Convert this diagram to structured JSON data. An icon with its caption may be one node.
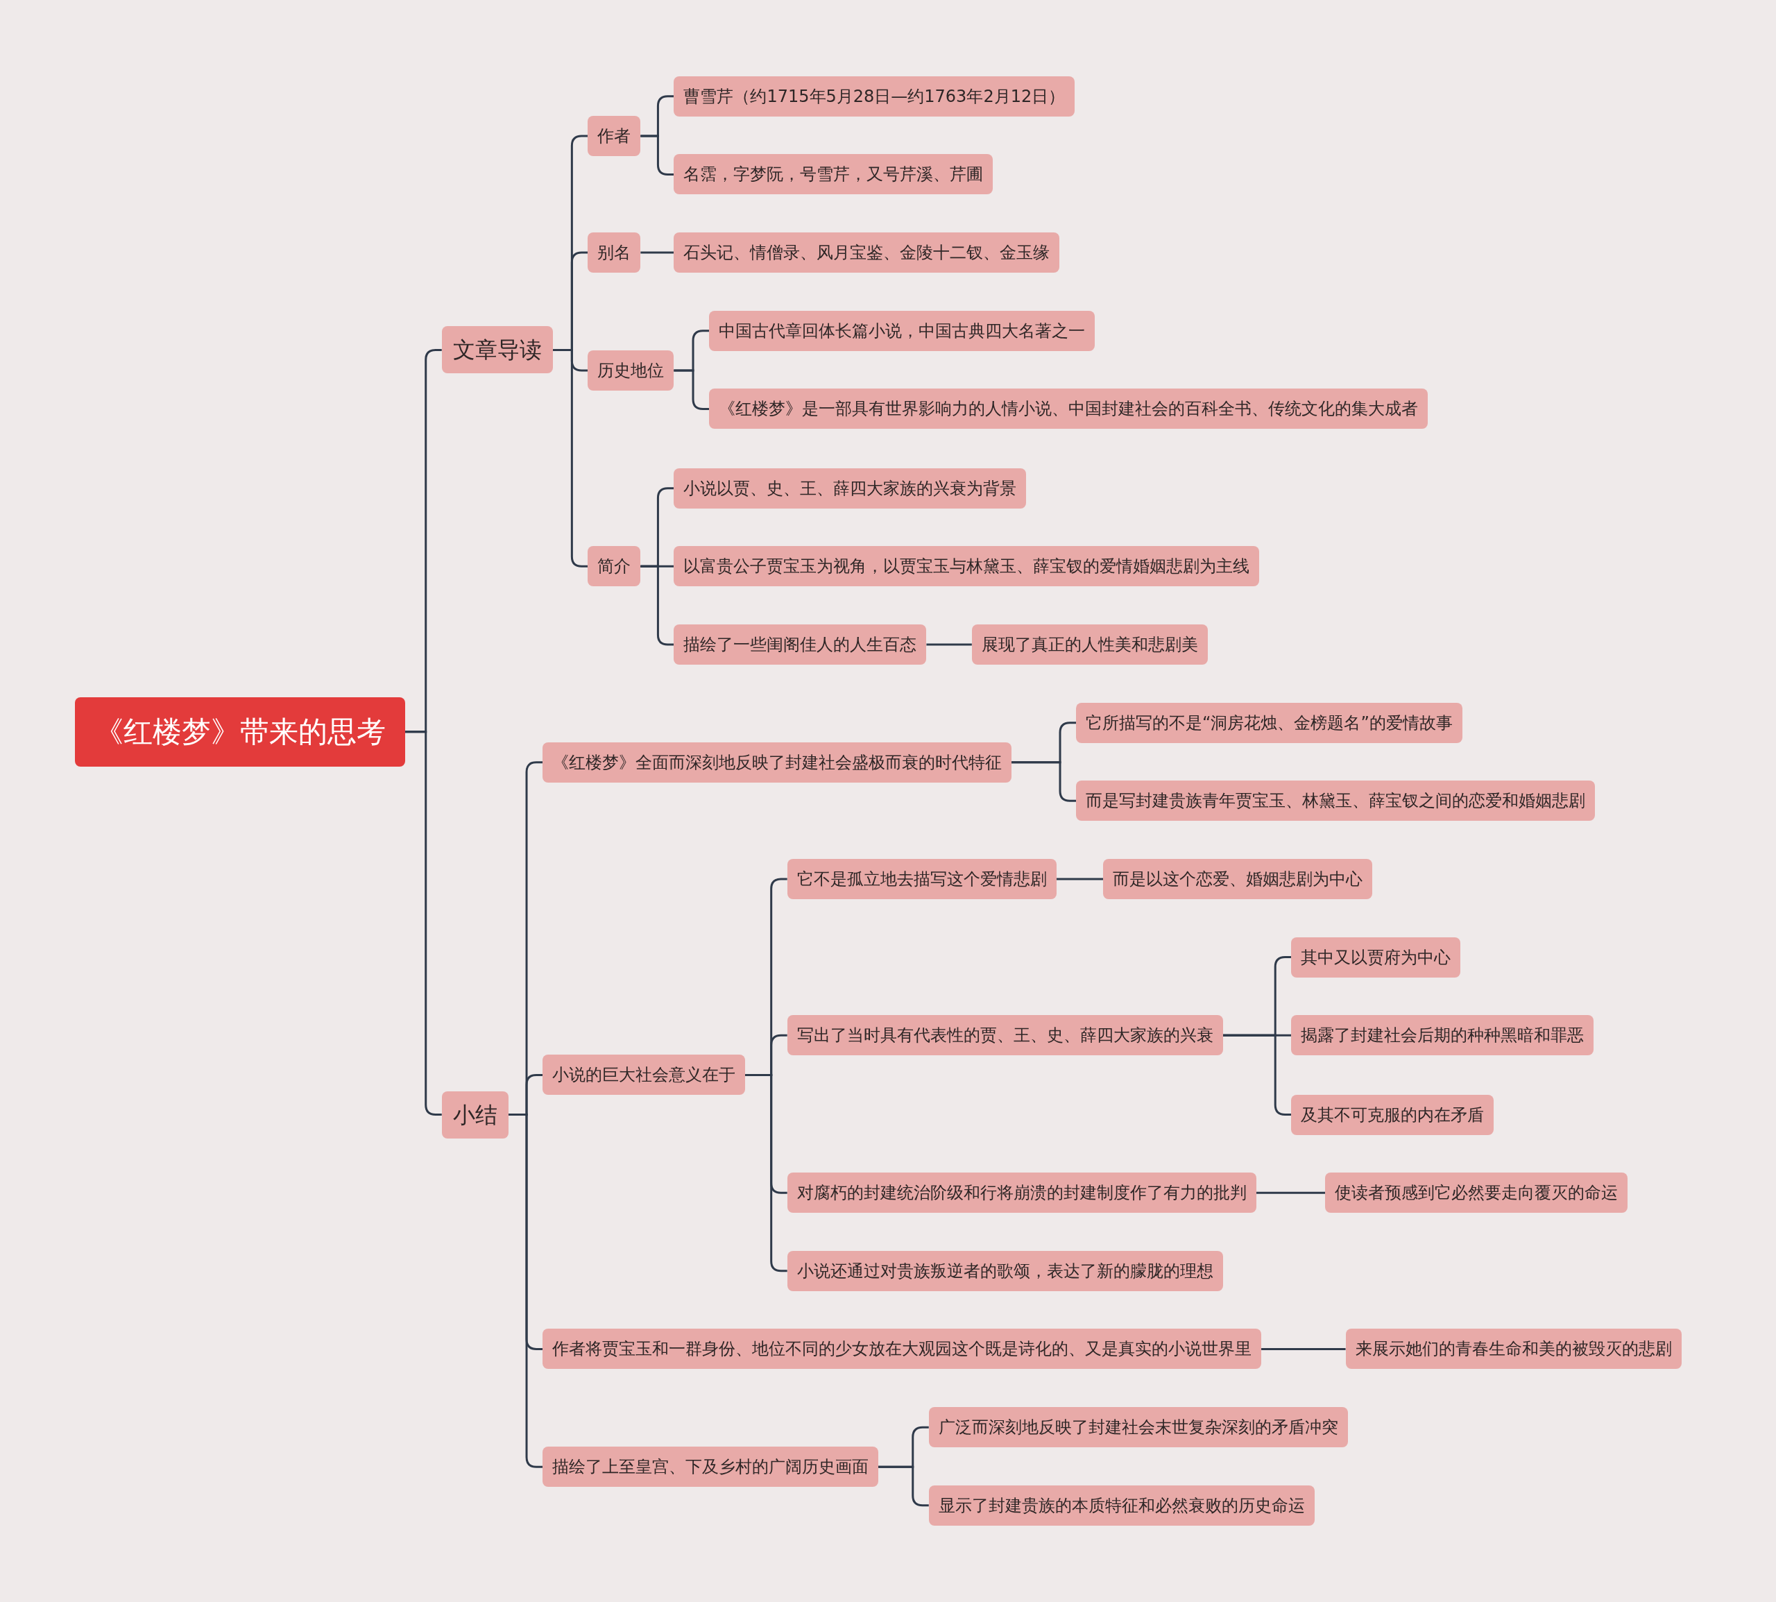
{
  "diagram": {
    "nodes": [
      {
        "text": [
          "《红楼梦》带来的思考"
        ]
      },
      {
        "text": [
          "文章导读"
        ]
      },
      {
        "text": [
          "作者"
        ]
      },
      {
        "text": [
          "曹雪芹（约1715年5月28日—约1763年2月12日）"
        ]
      },
      {
        "text": [
          "名霑，字梦阮，号雪芹，又号芹溪、芹圃"
        ]
      },
      {
        "text": [
          "别名"
        ]
      },
      {
        "text": [
          "石头记、情僧录、风月宝鉴、金陵十二钗、金玉缘"
        ]
      },
      {
        "text": [
          "历史地位"
        ]
      },
      {
        "text": [
          "中国古代章回体长篇小说，中国古典四大名著之一"
        ]
      },
      {
        "text": [
          "《红楼梦》是一部具有世界影响力的人情小说、中国封建社会的百科全书、传统文化的集大成者"
        ]
      },
      {
        "text": [
          "简介"
        ]
      },
      {
        "text": [
          "小说以贾、史、王、薛四大家族的兴衰为背景"
        ]
      },
      {
        "text": [
          "以富贵公子贾宝玉为视角，以贾宝玉与林黛玉、薛宝钗的爱情婚姻悲剧为主线"
        ]
      },
      {
        "text": [
          "描绘了一些闺阁佳人的人生百态"
        ]
      },
      {
        "text": [
          "展现了真正的人性美和悲剧美"
        ]
      },
      {
        "text": [
          "小结"
        ]
      },
      {
        "text": [
          "《红楼梦》全面而深刻地反映了封建社会盛极而衰的时代特征"
        ]
      },
      {
        "text": [
          "它所描写的不是“洞房花烛、金榜题名”的爱情故事"
        ]
      },
      {
        "text": [
          "而是写封建贵族青年贾宝玉、林黛玉、薛宝钗之间的恋爱和婚姻悲剧"
        ]
      },
      {
        "text": [
          "小说的巨大社会意义在于"
        ]
      },
      {
        "text": [
          "它不是孤立地去描写这个爱情悲剧"
        ]
      },
      {
        "text": [
          "而是以这个恋爱、婚姻悲剧为中心"
        ]
      },
      {
        "text": [
          "写出了当时具有代表性的贾、王、史、薛四大家族的兴衰"
        ]
      },
      {
        "text": [
          "其中又以贾府为中心"
        ]
      },
      {
        "text": [
          "揭露了封建社会后期的种种黑暗和罪恶"
        ]
      },
      {
        "text": [
          "及其不可克服的内在矛盾"
        ]
      },
      {
        "text": [
          "对腐朽的封建统治阶级和行将崩溃的封建制度作了有力的批判"
        ]
      },
      {
        "text": [
          "使读者预感到它必然要走向覆灭的命运"
        ]
      },
      {
        "text": [
          "小说还通过对贵族叛逆者的歌颂，表达了新的朦胧的理想"
        ]
      },
      {
        "text": [
          "作者将贾宝玉和一群身份、地位不同的少女放在大观园这个既是诗化的、又是真实的小说世界里"
        ]
      },
      {
        "text": [
          "来展示她们的青春生命和美的被毁灭的悲剧"
        ]
      },
      {
        "text": [
          "描绘了上至皇宫、下及乡村的广阔历史画面"
        ]
      },
      {
        "text": [
          "广泛而深刻地反映了封建社会末世复杂深刻的矛盾冲突"
        ]
      },
      {
        "text": [
          "显示了封建贵族的本质特征和必然衰败的历史命运"
        ]
      }
    ],
    "edges": [
      {
        "from": 0,
        "to": 1,
        "arrow": "none"
      },
      {
        "from": 1,
        "to": 2,
        "arrow": "none"
      },
      {
        "from": 2,
        "to": 3,
        "arrow": "none"
      },
      {
        "from": 2,
        "to": 4,
        "arrow": "none"
      },
      {
        "from": 1,
        "to": 5,
        "arrow": "none"
      },
      {
        "from": 5,
        "to": 6,
        "arrow": "none"
      },
      {
        "from": 1,
        "to": 7,
        "arrow": "none"
      },
      {
        "from": 7,
        "to": 8,
        "arrow": "none"
      },
      {
        "from": 7,
        "to": 9,
        "arrow": "none"
      },
      {
        "from": 1,
        "to": 10,
        "arrow": "none"
      },
      {
        "from": 10,
        "to": 11,
        "arrow": "none"
      },
      {
        "from": 10,
        "to": 12,
        "arrow": "none"
      },
      {
        "from": 10,
        "to": 13,
        "arrow": "none"
      },
      {
        "from": 13,
        "to": 14,
        "arrow": "none"
      },
      {
        "from": 0,
        "to": 15,
        "arrow": "none"
      },
      {
        "from": 15,
        "to": 16,
        "arrow": "none"
      },
      {
        "from": 16,
        "to": 17,
        "arrow": "none"
      },
      {
        "from": 16,
        "to": 18,
        "arrow": "none"
      },
      {
        "from": 15,
        "to": 19,
        "arrow": "none"
      },
      {
        "from": 19,
        "to": 20,
        "arrow": "none"
      },
      {
        "from": 20,
        "to": 21,
        "arrow": "none"
      },
      {
        "from": 19,
        "to": 22,
        "arrow": "none"
      },
      {
        "from": 22,
        "to": 23,
        "arrow": "none"
      },
      {
        "from": 22,
        "to": 24,
        "arrow": "none"
      },
      {
        "from": 22,
        "to": 25,
        "arrow": "none"
      },
      {
        "from": 19,
        "to": 26,
        "arrow": "none"
      },
      {
        "from": 26,
        "to": 27,
        "arrow": "none"
      },
      {
        "from": 19,
        "to": 28,
        "arrow": "none"
      },
      {
        "from": 15,
        "to": 29,
        "arrow": "none"
      },
      {
        "from": 29,
        "to": 30,
        "arrow": "none"
      },
      {
        "from": 15,
        "to": 31,
        "arrow": "none"
      },
      {
        "from": 31,
        "to": 32,
        "arrow": "none"
      },
      {
        "from": 31,
        "to": 33,
        "arrow": "none"
      }
    ]
  }
}
